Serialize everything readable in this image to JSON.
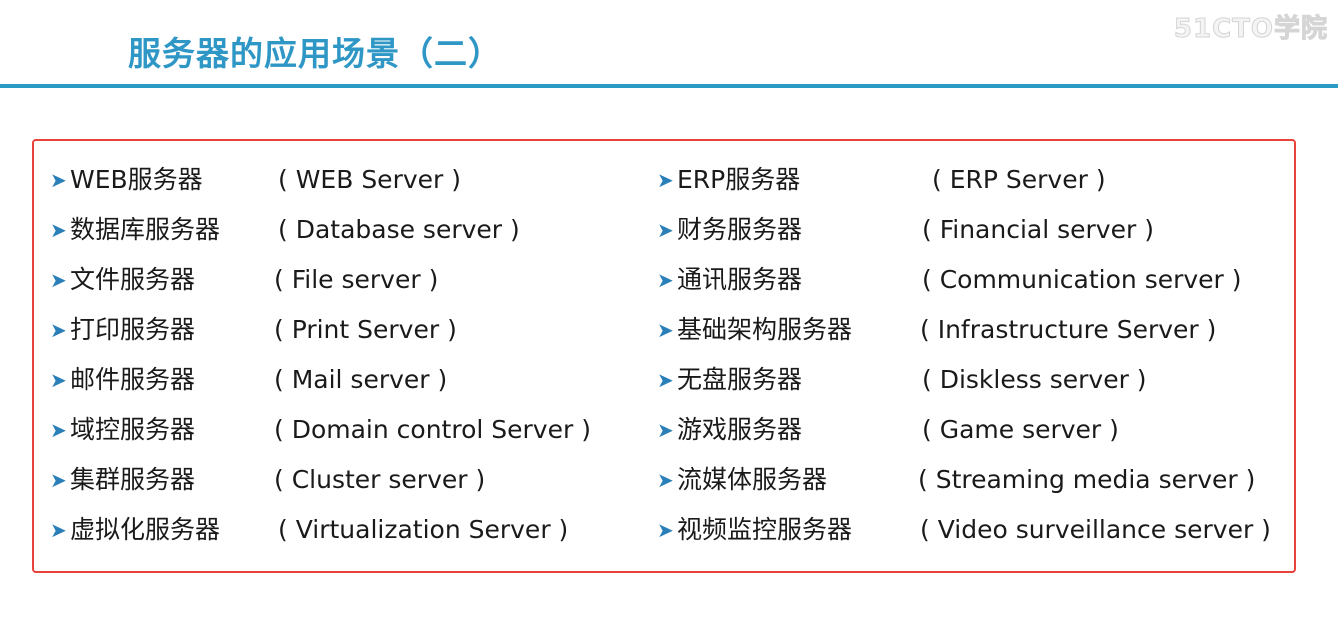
{
  "slide": {
    "title": "服务器的应用场景（二）",
    "watermark": "51CTO学院"
  },
  "bullet_icon": "arrow-bullet-icon",
  "colors": {
    "title": "#2e97c6",
    "rule": "#2a9cc4",
    "frame": "#e8423a",
    "bullet": "#2b7fb8"
  },
  "left_items": [
    {
      "zh": "WEB服务器",
      "en": "( WEB Server )"
    },
    {
      "zh": "数据库服务器",
      "en": "( Database server )"
    },
    {
      "zh": "文件服务器",
      "en": "( File server )"
    },
    {
      "zh": "打印服务器",
      "en": "( Print Server )"
    },
    {
      "zh": "邮件服务器",
      "en": "( Mail server )"
    },
    {
      "zh": "域控服务器",
      "en": "( Domain control Server )"
    },
    {
      "zh": "集群服务器",
      "en": "( Cluster server )"
    },
    {
      "zh": "虚拟化服务器",
      "en": "( Virtualization Server )"
    }
  ],
  "right_items": [
    {
      "zh": "ERP服务器",
      "en": "( ERP Server )"
    },
    {
      "zh": "财务服务器",
      "en": "( Financial server )"
    },
    {
      "zh": "通讯服务器",
      "en": "( Communication server )"
    },
    {
      "zh": "基础架构服务器",
      "en": "( Infrastructure Server )"
    },
    {
      "zh": "无盘服务器",
      "en": "( Diskless server )"
    },
    {
      "zh": "游戏服务器",
      "en": "( Game server )"
    },
    {
      "zh": "流媒体服务器",
      "en": "( Streaming media server )"
    },
    {
      "zh": "视频监控服务器",
      "en": "( Video surveillance server )"
    }
  ]
}
